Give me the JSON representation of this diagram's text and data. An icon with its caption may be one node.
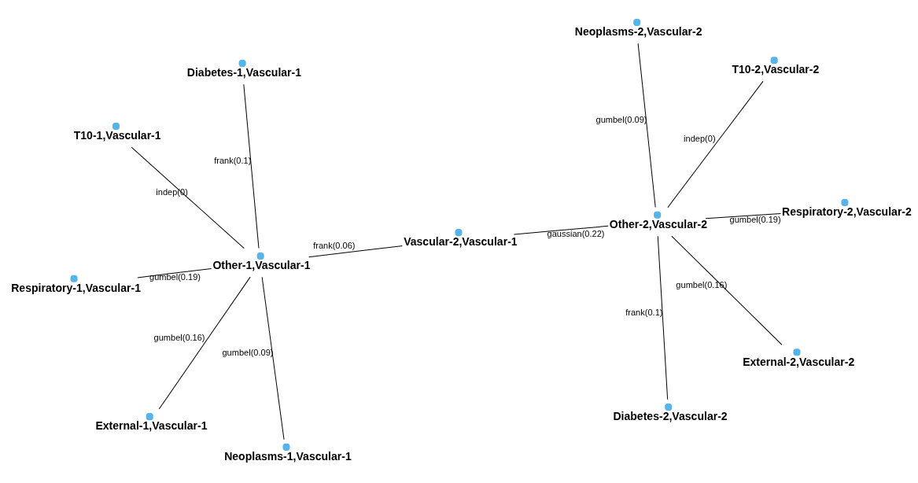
{
  "diagram": {
    "nodes": [
      {
        "text": [
          "Respiratory-1,Vascular-1"
        ]
      },
      {
        "text": [
          "T10-2,Vascular-2"
        ]
      },
      {
        "text": [
          "External-1,Vascular-1"
        ]
      },
      {
        "text": [
          "Neoplasms-2,Vascular-2"
        ]
      },
      {
        "text": [
          "Diabetes-1,Vascular-1"
        ]
      },
      {
        "text": [
          "Other-1,Vascular-1"
        ]
      },
      {
        "text": [
          "Vascular-2,Vascular-1"
        ]
      },
      {
        "text": [
          "Other-2,Vascular-2"
        ]
      },
      {
        "text": [
          "Diabetes-2,Vascular-2"
        ]
      },
      {
        "text": [
          "Neoplasms-1,Vascular-1"
        ]
      },
      {
        "text": [
          "External-2,Vascular-2"
        ]
      },
      {
        "text": [
          "T10-1,Vascular-1"
        ]
      },
      {
        "text": [
          "Respiratory-2,Vascular-2"
        ]
      }
    ],
    "edges": [
      {
        "from": 5,
        "to": 0,
        "arrow": "none",
        "label": "gumbel(0.19)"
      },
      {
        "from": 5,
        "to": 2,
        "arrow": "none",
        "label": "gumbel(0.16)"
      },
      {
        "from": 5,
        "to": 4,
        "arrow": "none",
        "label": "frank(0.1)"
      },
      {
        "from": 5,
        "to": 6,
        "arrow": "none",
        "label": "frank(0.06)"
      },
      {
        "from": 5,
        "to": 9,
        "arrow": "none",
        "label": "gumbel(0.09)"
      },
      {
        "from": 5,
        "to": 11,
        "arrow": "none",
        "label": "indep(0)"
      },
      {
        "from": 6,
        "to": 7,
        "arrow": "none",
        "label": "gaussian(0.22)"
      },
      {
        "from": 7,
        "to": 1,
        "arrow": "none",
        "label": "indep(0)"
      },
      {
        "from": 7,
        "to": 3,
        "arrow": "none",
        "label": "gumbel(0.09)"
      },
      {
        "from": 7,
        "to": 8,
        "arrow": "none",
        "label": "frank(0.1)"
      },
      {
        "from": 7,
        "to": 10,
        "arrow": "none",
        "label": "gumbel(0.16)"
      },
      {
        "from": 7,
        "to": 12,
        "arrow": "none",
        "label": "gumbel(0.19)"
      }
    ]
  }
}
